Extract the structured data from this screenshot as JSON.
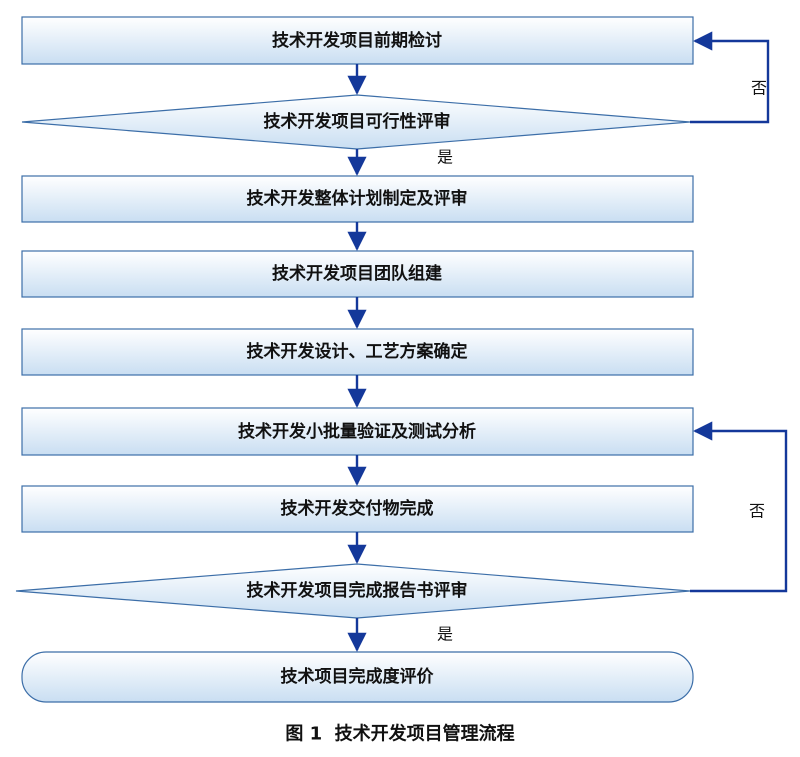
{
  "nodes": {
    "n1": "技术开发项目前期检讨",
    "d1": "技术开发项目可行性评审",
    "n2": "技术开发整体计划制定及评审",
    "n3": "技术开发项目团队组建",
    "n4": "技术开发设计、工艺方案确定",
    "n5": "技术开发小批量验证及测试分析",
    "n6": "技术开发交付物完成",
    "d2": "技术开发项目完成报告书评审",
    "end": "技术项目完成度评价"
  },
  "labels": {
    "yes1": "是",
    "no1": "否",
    "no2": "否",
    "yes2": "是"
  },
  "caption": "图 1  技术开发项目管理流程",
  "colors": {
    "box_fill_top": "#ffffff",
    "box_fill_bottom": "#c9def2",
    "box_stroke": "#3c6ea8",
    "arrow": "#14389a"
  }
}
